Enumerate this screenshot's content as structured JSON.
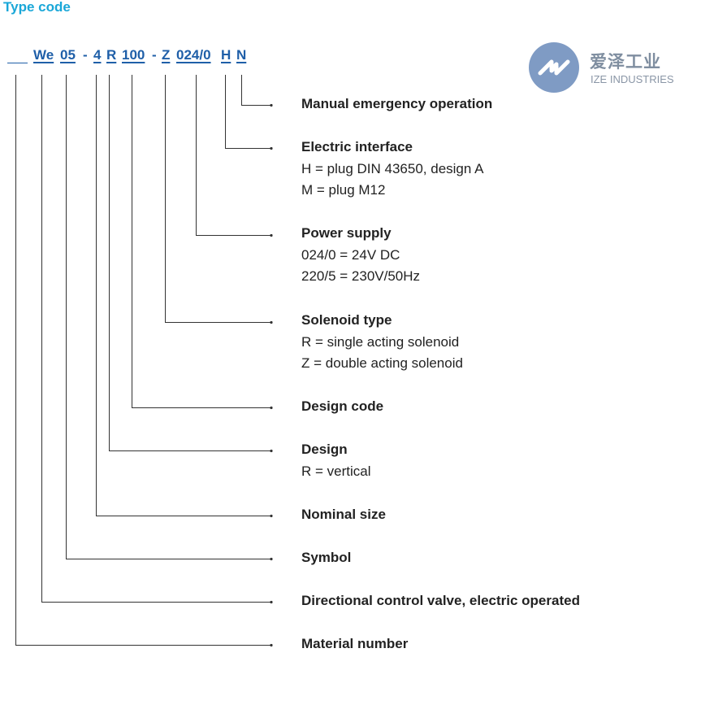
{
  "title": "Type code",
  "code_segments": [
    "We",
    "05",
    "-",
    "4",
    "R",
    "100",
    "-",
    "Z",
    "024/0",
    "H",
    "N"
  ],
  "descriptions": [
    {
      "heading": "Manual emergency operation",
      "lines": []
    },
    {
      "heading": "Electric interface",
      "lines": [
        "H = plug DIN 43650, design A",
        "M = plug M12"
      ]
    },
    {
      "heading": "Power supply",
      "lines": [
        "024/0 = 24V DC",
        "220/5 = 230V/50Hz"
      ]
    },
    {
      "heading": "Solenoid type",
      "lines": [
        "R = single acting solenoid",
        "Z = double acting solenoid"
      ]
    },
    {
      "heading": "Design code",
      "lines": []
    },
    {
      "heading": "Design",
      "lines": [
        "R = vertical"
      ]
    },
    {
      "heading": "Nominal size",
      "lines": []
    },
    {
      "heading": "Symbol",
      "lines": []
    },
    {
      "heading": "Directional control valve, electric operated",
      "lines": []
    },
    {
      "heading": "Material number",
      "lines": []
    }
  ],
  "logo": {
    "name_cn": "爱泽工业",
    "name_en": "IZE INDUSTRIES"
  },
  "colors": {
    "title": "#1aa7d8",
    "code": "#1f5fa8",
    "text": "#222222",
    "lines": "#333333",
    "logo": "#7f9bc4"
  }
}
